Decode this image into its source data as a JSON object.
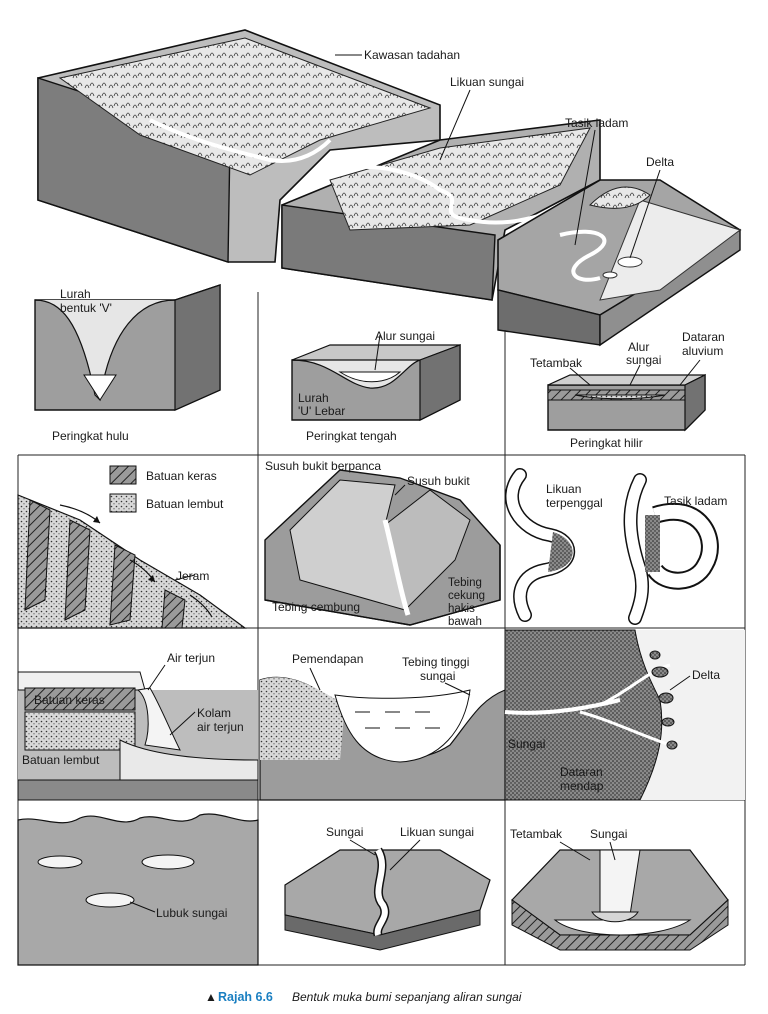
{
  "top_scene": {
    "kawasan_tadahan": "Kawasan tadahan",
    "likuan_sungai": "Likuan sungai",
    "tasik_ladam": "Tasik ladam",
    "delta": "Delta"
  },
  "row1": {
    "hulu": {
      "label_line1": "Lurah",
      "label_line2": "bentuk 'V'",
      "caption": "Peringkat hulu"
    },
    "tengah": {
      "alur": "Alur sungai",
      "label_line1": "Lurah",
      "label_line2": "'U' Lebar",
      "caption": "Peringkat tengah"
    },
    "hilir": {
      "tetambak": "Tetambak",
      "alur_line1": "Alur",
      "alur_line2": "sungai",
      "dataran_line1": "Dataran",
      "dataran_line2": "aluvium",
      "caption": "Peringkat hilir"
    }
  },
  "row2": {
    "legend_hard": "Batuan keras",
    "legend_soft": "Batuan lembut",
    "jeram": "Jeram",
    "susuh_berpanca": "Susuh bukit berpanca",
    "susuh_bukit": "Susuh bukit",
    "tebing_cekung_1": "Tebing",
    "tebing_cekung_2": "cekung",
    "tebing_cekung_3": "hakis",
    "tebing_cekung_4": "bawah",
    "tebing_cembung": "Tebing cembung",
    "likuan_1": "Likuan",
    "likuan_2": "terpenggal",
    "tasik_ladam": "Tasik ladam"
  },
  "row3": {
    "air_terjun": "Air terjun",
    "batuan_keras": "Batuan keras",
    "kolam_1": "Kolam",
    "kolam_2": "air terjun",
    "batuan_lembut": "Batuan lembut",
    "pemendapan": "Pemendapan",
    "tebing_tinggi_1": "Tebing tinggi",
    "tebing_tinggi_2": "sungai",
    "delta": "Delta",
    "sungai": "Sungai",
    "dataran_1": "Dataran",
    "dataran_2": "mendap"
  },
  "row4": {
    "lubuk": "Lubuk sungai",
    "sungai": "Sungai",
    "likuan_sungai": "Likuan sungai",
    "tetambak": "Tetambak",
    "sungai_2": "Sungai"
  },
  "caption": {
    "marker": "▲",
    "number": "Rajah 6.6",
    "text": "Bentuk muka bumi sepanjang aliran sungai",
    "number_color": "#1a7fc1"
  }
}
